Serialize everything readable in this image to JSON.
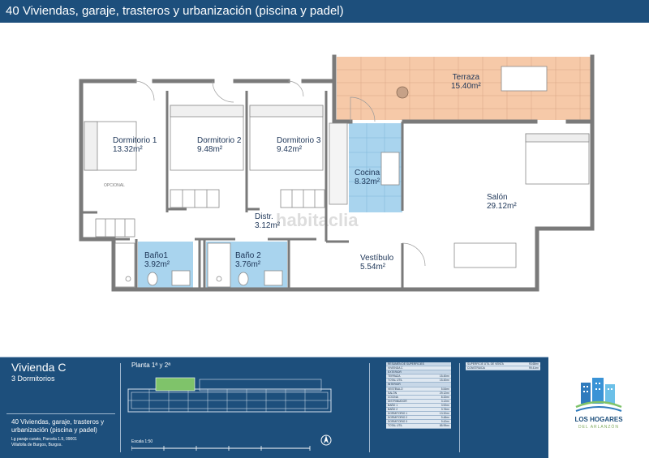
{
  "header": {
    "title": "40 Viviendas, garaje, trasteros y urbanización (piscina y padel)"
  },
  "rooms": [
    {
      "name": "Terraza",
      "area": "15.40m²"
    },
    {
      "name": "Dormitorio 1",
      "area": "13.32m²"
    },
    {
      "name": "Dormitorio 2",
      "area": "9.48m²"
    },
    {
      "name": "Dormitorio 3",
      "area": "9.42m²"
    },
    {
      "name": "Cocina",
      "area": "8.32m²"
    },
    {
      "name": "Salón",
      "area": "29.12m²"
    },
    {
      "name": "Distr.",
      "area": "3.12m²"
    },
    {
      "name": "Baño1",
      "area": "3.92m²"
    },
    {
      "name": "Baño 2",
      "area": "3.76m²"
    },
    {
      "name": "Vestíbulo",
      "area": "5.54m²"
    }
  ],
  "plan_notes": {
    "opcional": "OPCIONAL",
    "watermark": "habitaclia"
  },
  "footer": {
    "unit_title": "Vivienda C",
    "bedrooms": "3 Dormitorios",
    "project_line1": "40 Viviendas, garaje, trasteros y",
    "project_line2": "urbanización (piscina y padel)",
    "address_line1": "Lg paraje curato, Parcela 1.9, 09001",
    "address_line2": "Villafolla de Burgos, Burgos.",
    "planta": "Planta 1ª y 2ª",
    "escala": "Escala 1:50"
  },
  "areas_table": {
    "title": "RESUMEN DE SUPERFICIES",
    "subtitle": "VIVIENDA C",
    "exterior_label": "EXTERIOR",
    "exterior_rows": [
      {
        "name": "TERRAZA",
        "value": "15.40m²"
      },
      {
        "name": "TOTAL ÚTIL",
        "value": "15.40m²"
      }
    ],
    "interior_label": "INTERIOR",
    "interior_rows": [
      {
        "name": "VESTÍBULO",
        "value": "5.54m²"
      },
      {
        "name": "SALÓN",
        "value": "29.12m²"
      },
      {
        "name": "COCINA",
        "value": "8.32m²"
      },
      {
        "name": "DISTRIBUIDOR",
        "value": "3.12m²"
      },
      {
        "name": "BAÑO 1",
        "value": "3.92m²"
      },
      {
        "name": "BAÑO 2",
        "value": "3.76m²"
      },
      {
        "name": "DORMITORIO 1",
        "value": "13.32m²"
      },
      {
        "name": "DORMITORIO 2",
        "value": "9.48m²"
      },
      {
        "name": "DORMITORIO 3",
        "value": "9.42m²"
      },
      {
        "name": "TOTAL ÚTIL",
        "value": "85.99m²"
      }
    ],
    "sup_rows": [
      {
        "name": "SUPERFICIE ÚTIL DE VENTA",
        "value": "93.68m²"
      },
      {
        "name": "CONSTRUIDA",
        "value": "99.41m²"
      }
    ]
  },
  "logo": {
    "name": "LOS HOGARES",
    "tagline": "DEL ARLANZÓN"
  },
  "colors": {
    "header_bg": "#1d4f7c",
    "terrace": "#f6c9a8",
    "wet_rooms": "#a9d4ee",
    "walls": "#7a7a7a",
    "text": "#1d3557"
  },
  "icons": [
    "north-arrow-icon",
    "building-logo-icon",
    "keyplan-highlight"
  ]
}
